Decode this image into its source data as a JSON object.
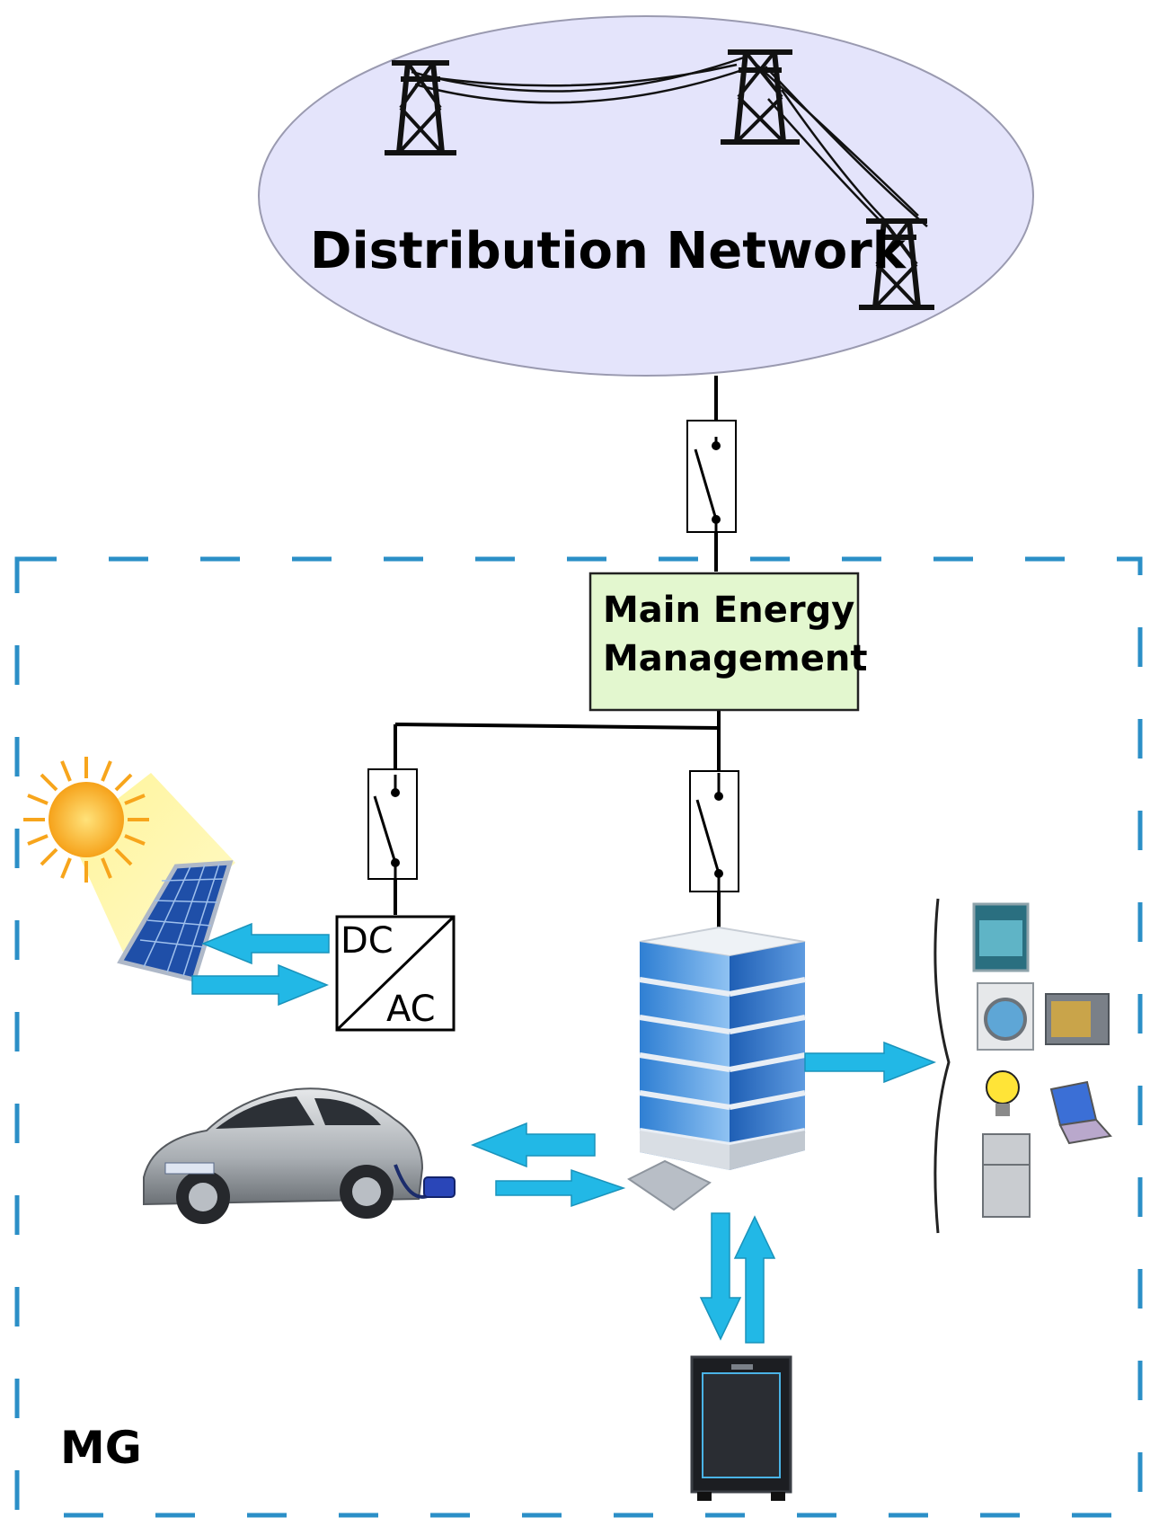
{
  "network": {
    "label": "Distribution Network"
  },
  "controller": {
    "line1": "Main Energy",
    "line2": "Management"
  },
  "converter": {
    "top": "DC",
    "bottom": "AC"
  },
  "microgrid": {
    "label": "MG"
  },
  "colors": {
    "ellipse_fill": "#e4e4fb",
    "controller_fill": "#e3f7cf",
    "boundary": "#2b8fc7",
    "flow_arrow": "#22b8e6",
    "wire": "#000000"
  },
  "icons": [
    "transmission-tower-icon",
    "switch-icon",
    "sun-icon",
    "solar-panel-icon",
    "electric-car-icon",
    "charging-plug-icon",
    "office-building-icon",
    "battery-storage-cabinet-icon",
    "dishwasher-icon",
    "washing-machine-icon",
    "microwave-icon",
    "light-bulb-icon",
    "laptop-icon",
    "refrigerator-icon"
  ]
}
